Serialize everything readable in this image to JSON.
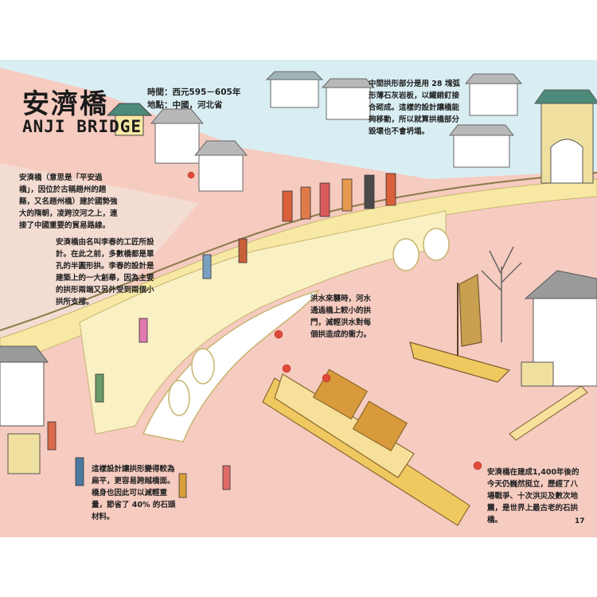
{
  "header": {
    "title_cn": "安濟橋",
    "title_en": "ANJI BRIDGE",
    "time": "時間：西元595－605年",
    "place": "地點：中國，河北省"
  },
  "texts": {
    "intro": "安濟橋（意思是「平安過橋」，因位於古稱趙州的趙縣，又名趙州橋）建於國勢強大的隋朝，凌跨洨河之上，連接了中國重要的貿易路線。",
    "designer": "安濟橋由名叫李春的工匠所設計。在此之前，多數橋都是單孔的半圓形拱。李春的設計是建築上的一大創舉，因為主要的拱形兩端又另外受到兩個小拱所支撐。",
    "stones": "中間拱形部分是用 28 塊弧形薄石灰岩板，以鐵銷釘接合砌成。這樣的設計讓橋能夠移動，所以就算拱橋部分毀壞也不會坍塌。",
    "flood": "洪水來襲時，河水通過橋上較小的拱門，減輕洪水對每個拱造成的衝力。",
    "flat": "這樣設計讓拱形變得較為扁平，更容易跨越橋面。橋身也因此可以減輕重量，節省了 40% 的石頭材料。",
    "survive": "安濟橋在建成1,400年後的今天仍巍然挺立，歷經了八場戰爭、十次洪災及數次地震，是世界上最古老的石拱橋。"
  },
  "page_number": "17",
  "colors": {
    "background_pink": "#f6cbc0",
    "river_blue": "#d9eef3",
    "bridge_yellow": "#f7e9a4",
    "text": "#222222"
  }
}
